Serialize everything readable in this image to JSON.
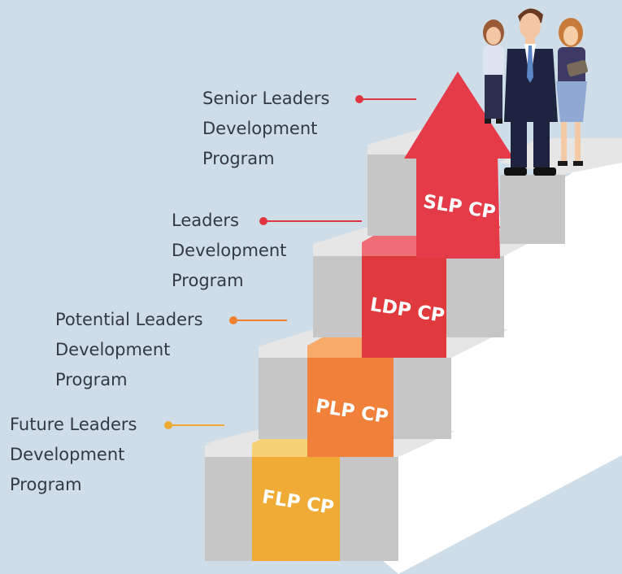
{
  "labels": {
    "senior": {
      "line1": "Senior Leaders",
      "line2": "Development",
      "line3": "Program",
      "color": "#e0353f"
    },
    "leaders": {
      "line1": "Leaders",
      "line2": "Development",
      "line3": "Program",
      "color": "#e0353f"
    },
    "potential": {
      "line1": "Potential Leaders",
      "line2": "Development",
      "line3": "Program",
      "color": "#f08030"
    },
    "future": {
      "line1": "Future Leaders",
      "line2": "Development",
      "line3": "Program",
      "color": "#efaa35"
    }
  },
  "steps": {
    "flp": "FLP CP",
    "plp": "PLP CP",
    "ldp": "LDP CP",
    "slp": "SLP CP"
  }
}
